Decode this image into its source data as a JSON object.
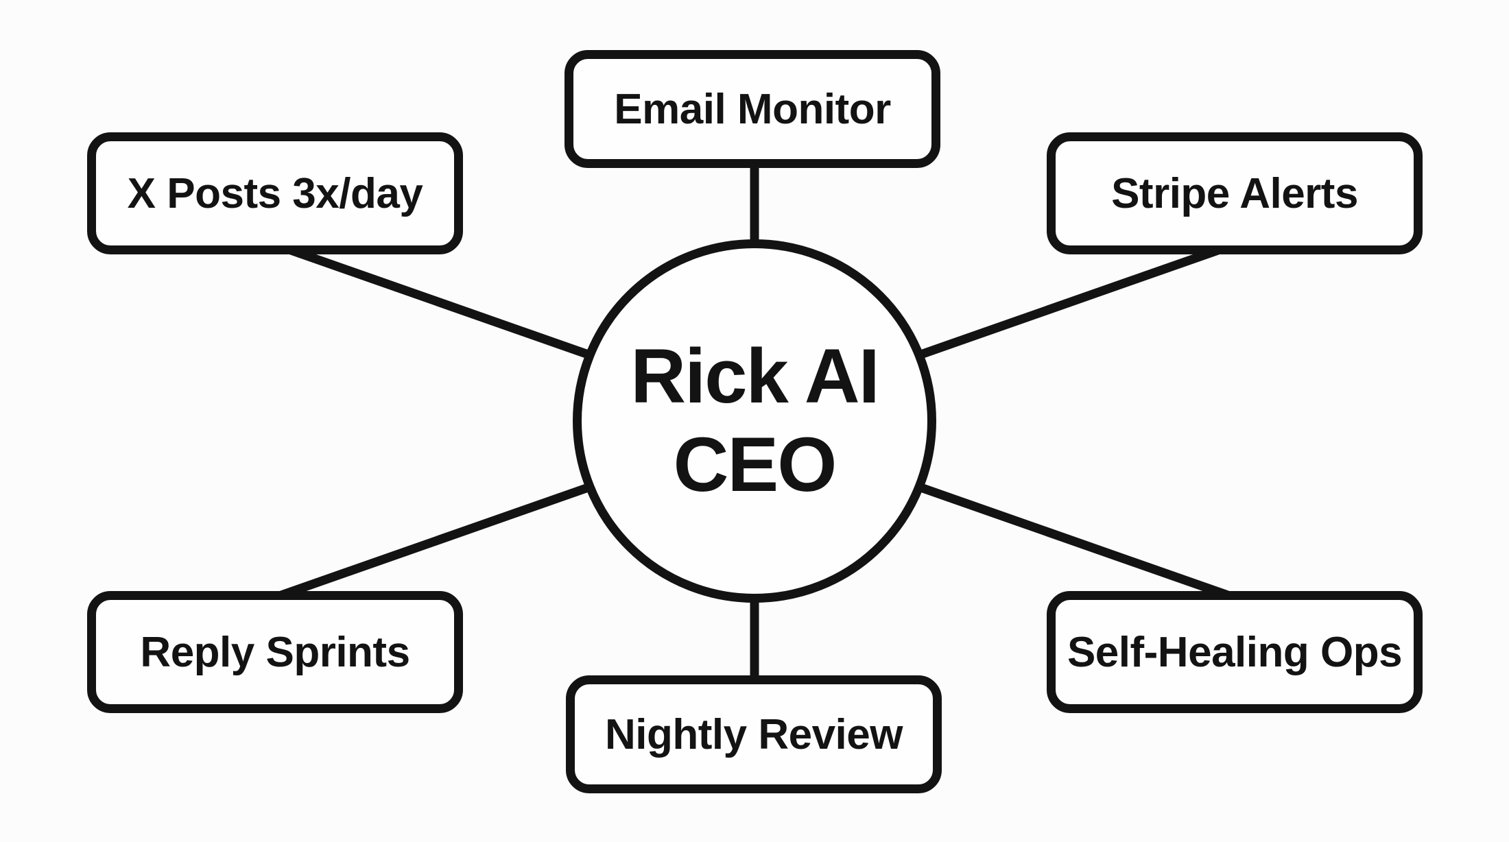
{
  "diagram": {
    "colors": {
      "ink": "#131313",
      "background": "#fcfcfc",
      "node_fill": "#fefefe"
    },
    "center_node": {
      "line1": "Rick AI",
      "line2": "CEO"
    },
    "nodes": [
      {
        "id": "email-monitor",
        "label": "Email Monitor",
        "position": "top"
      },
      {
        "id": "x-posts",
        "label": "X Posts 3x/day",
        "position": "top-left"
      },
      {
        "id": "stripe-alerts",
        "label": "Stripe Alerts",
        "position": "top-right"
      },
      {
        "id": "reply-sprints",
        "label": "Reply Sprints",
        "position": "bottom-left"
      },
      {
        "id": "self-healing-ops",
        "label": "Self-Healing Ops",
        "position": "bottom-right"
      },
      {
        "id": "nightly-review",
        "label": "Nightly Review",
        "position": "bottom"
      }
    ]
  }
}
